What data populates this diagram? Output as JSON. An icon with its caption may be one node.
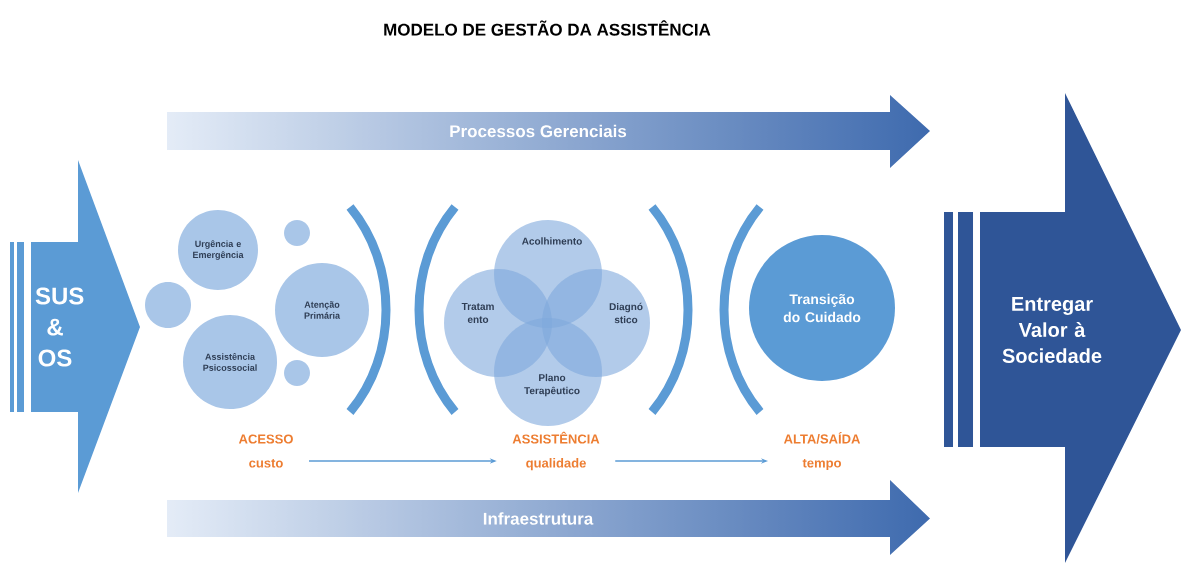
{
  "diagram": {
    "title": "MODELO DE GESTÃO DA ASSISTÊNCIA",
    "nodes": [
      {
        "text": [
          "SUS & OS"
        ]
      },
      {
        "text": [
          "Processos Gerenciais"
        ]
      },
      {
        "text": [
          "Urgência e Emergência"
        ]
      },
      {
        "text": [
          "Atenção Primária"
        ]
      },
      {
        "text": [
          "Assistência Psicossocial"
        ]
      },
      {
        "text": [],
        "shape": "circle"
      },
      {
        "text": [],
        "shape": "circle"
      },
      {
        "text": [],
        "shape": "circle"
      },
      {
        "text": [
          "Acolhimento"
        ]
      },
      {
        "text": [
          "Tratam ento"
        ]
      },
      {
        "text": [
          "Diagnó stico"
        ]
      },
      {
        "text": [
          "Plano Terapêutico"
        ]
      },
      {
        "text": [
          "Transição do Cuidado"
        ]
      },
      {
        "text": [
          "ACESSO",
          "custo"
        ]
      },
      {
        "text": [
          "ASSISTÊNCIA",
          "qualidade"
        ]
      },
      {
        "text": [
          "ALTA/SAÍDA",
          "tempo"
        ]
      },
      {
        "text": [
          "Infraestrutura"
        ]
      },
      {
        "text": [
          "Entregar Valor à Sociedade"
        ]
      }
    ],
    "edges": [
      {
        "from": 13,
        "to": 14,
        "arrow": "to"
      },
      {
        "from": 14,
        "to": 15,
        "arrow": "to"
      }
    ]
  }
}
